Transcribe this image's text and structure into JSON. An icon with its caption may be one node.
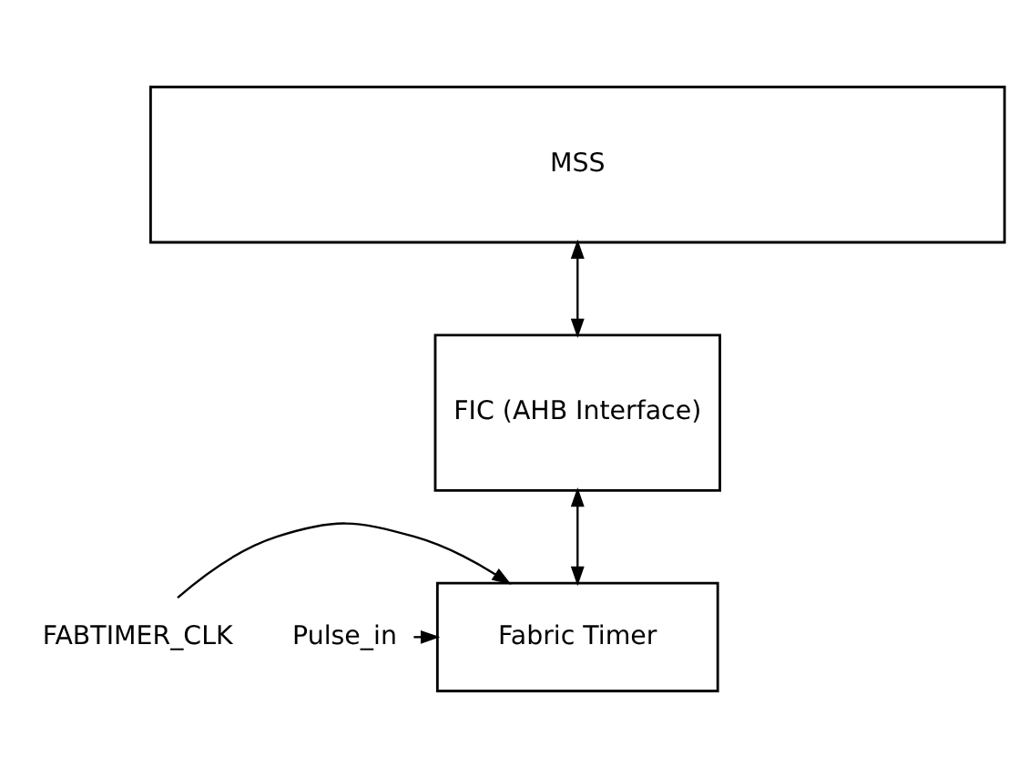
{
  "diagram": {
    "nodes": [
      {
        "text": [
          "MSS"
        ]
      },
      {
        "text": [
          "FIC (AHB Interface)"
        ]
      },
      {
        "text": [
          "FABTIMER_CLK"
        ]
      },
      {
        "text": [
          "Pulse_in"
        ]
      },
      {
        "text": [
          "Fabric Timer"
        ]
      }
    ],
    "edges": [
      {
        "from": 0,
        "to": 1,
        "arrow": "both"
      },
      {
        "from": 1,
        "to": 4,
        "arrow": "both"
      },
      {
        "from": 2,
        "to": 4,
        "arrow": "to"
      },
      {
        "from": 3,
        "to": 4,
        "arrow": "to"
      }
    ]
  }
}
